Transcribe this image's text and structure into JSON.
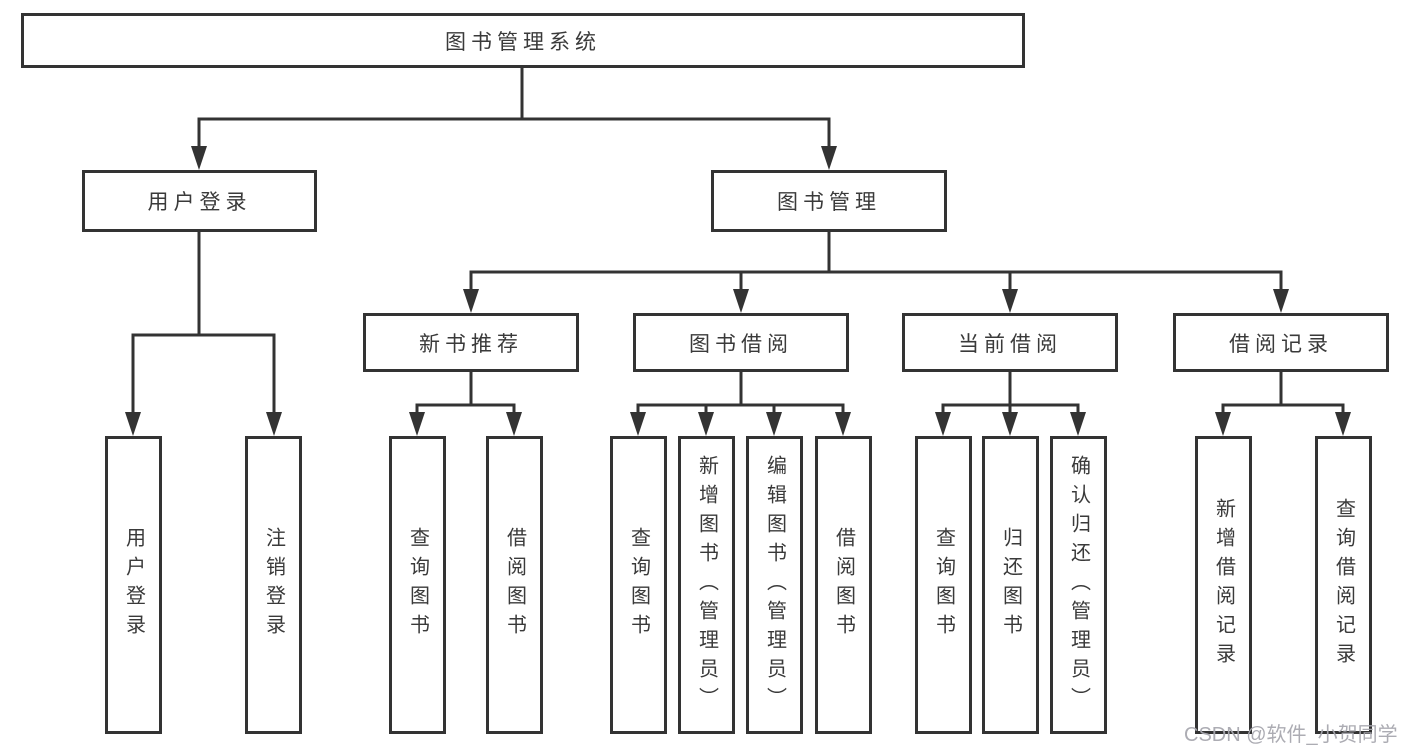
{
  "tree": {
    "root": {
      "label": "图书管理系统"
    },
    "branches": [
      {
        "label": "用户登录",
        "children": [
          {
            "label": "用户登录"
          },
          {
            "label": "注销登录"
          }
        ]
      },
      {
        "label": "图书管理",
        "children": [
          {
            "label": "新书推荐",
            "children": [
              {
                "label": "查询图书"
              },
              {
                "label": "借阅图书"
              }
            ]
          },
          {
            "label": "图书借阅",
            "children": [
              {
                "label": "查询图书"
              },
              {
                "label": "新增图书（管理员）"
              },
              {
                "label": "编辑图书（管理员）"
              },
              {
                "label": "借阅图书"
              }
            ]
          },
          {
            "label": "当前借阅",
            "children": [
              {
                "label": "查询图书"
              },
              {
                "label": "归还图书"
              },
              {
                "label": "确认归还（管理员）"
              }
            ]
          },
          {
            "label": "借阅记录",
            "children": [
              {
                "label": "新增借阅记录"
              },
              {
                "label": "查询借阅记录"
              }
            ]
          }
        ]
      }
    ]
  },
  "watermark": "CSDN @软件_小贺同学",
  "colors": {
    "line": "#333333",
    "box_border": "#333333",
    "text": "#3a3a3a",
    "watermark": "#a8a8af",
    "background": "#ffffff"
  }
}
